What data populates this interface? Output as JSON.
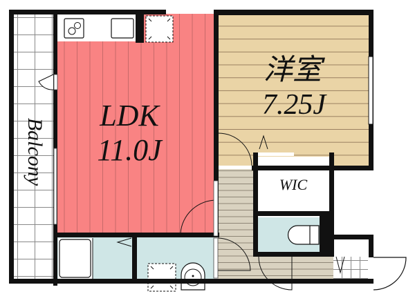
{
  "floorplan": {
    "rooms": {
      "ldk": {
        "name": "LDK",
        "size": "11.0J",
        "color": "#f98383"
      },
      "western": {
        "name": "洋室",
        "size": "7.25J",
        "color": "#ead4a6"
      },
      "wic": {
        "name": "WIC",
        "color": "#ffffff"
      },
      "balcony": {
        "name": "Balcony",
        "color": "#ffffff"
      },
      "hallway": {
        "color": "#d9d2c0"
      },
      "bath": {
        "color": "#cfe6e6"
      },
      "toilet": {
        "color": "#cfe6e6"
      },
      "washroom": {
        "color": "#cfe6e6"
      }
    },
    "wall_color": "#111111"
  }
}
